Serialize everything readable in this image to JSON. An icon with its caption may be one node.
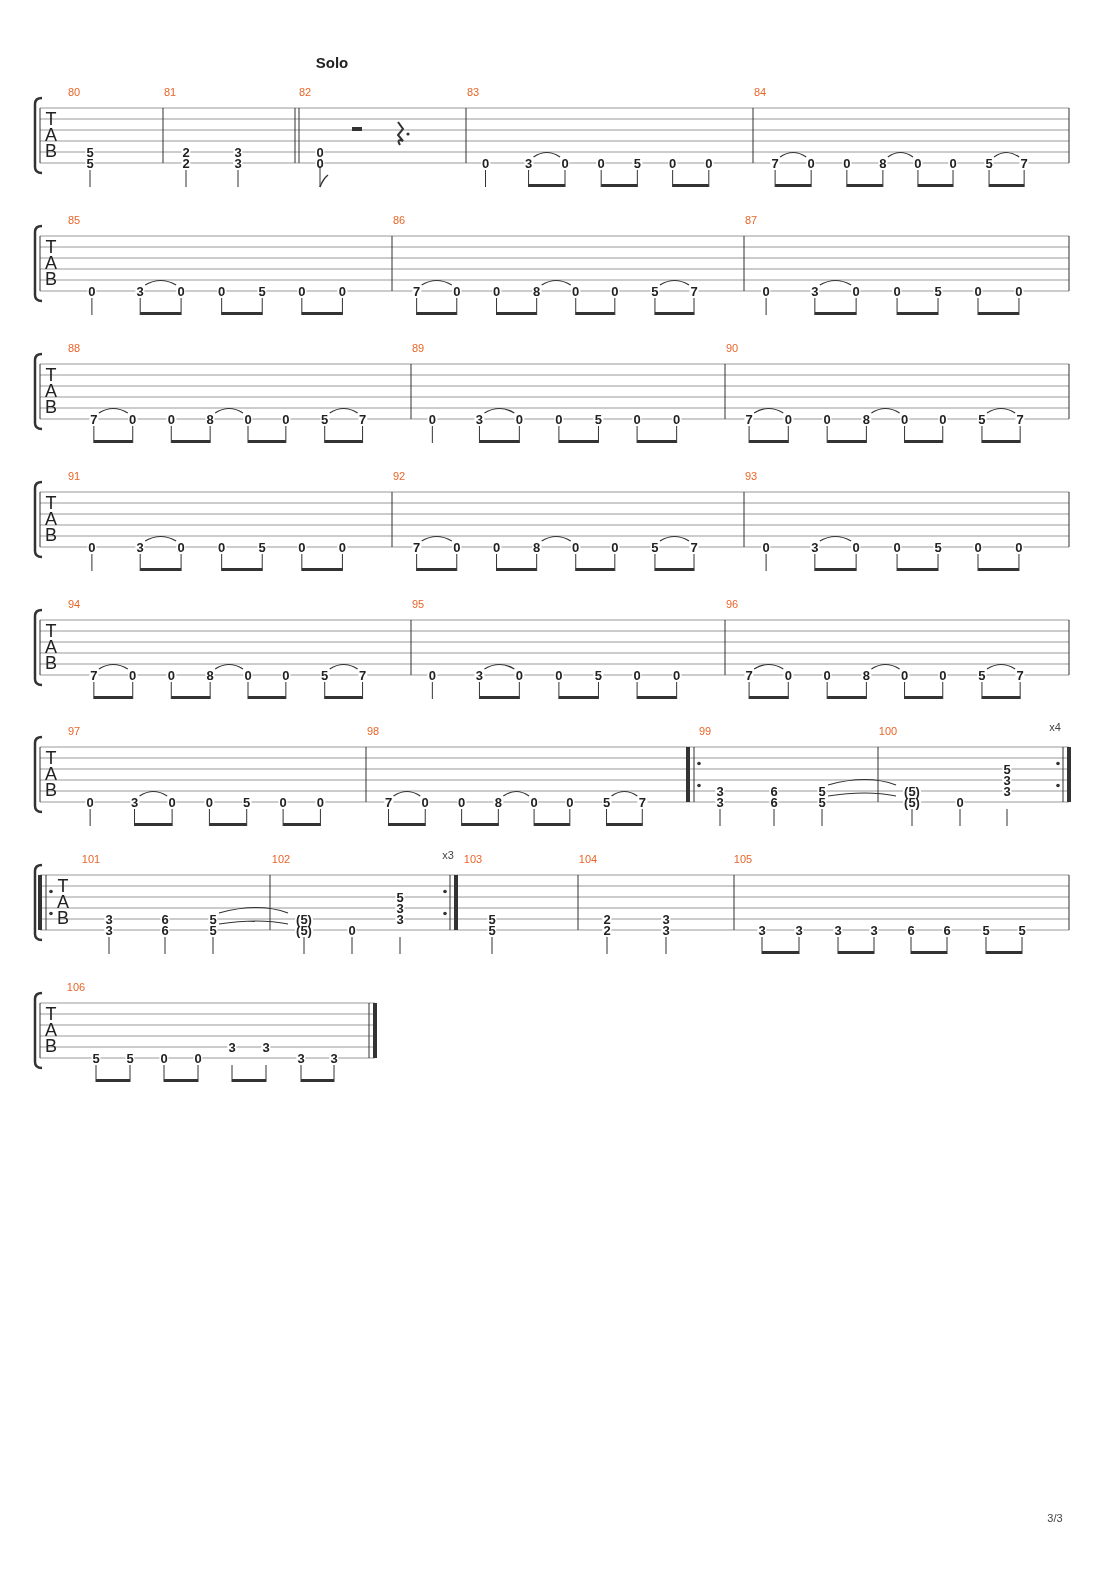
{
  "diagram": {
    "labels": [
      "Solo",
      "T",
      "A",
      "B",
      "80",
      "5",
      "5",
      "81",
      "2",
      "2",
      "3",
      "3",
      "82",
      "0",
      "0",
      "83",
      "0",
      "3",
      "0",
      "0",
      "5",
      "0",
      "0",
      "84",
      "7",
      "0",
      "0",
      "8",
      "0",
      "0",
      "5",
      "7",
      "T",
      "A",
      "B",
      "85",
      "0",
      "3",
      "0",
      "0",
      "5",
      "0",
      "0",
      "86",
      "7",
      "0",
      "0",
      "8",
      "0",
      "0",
      "5",
      "7",
      "87",
      "0",
      "3",
      "0",
      "0",
      "5",
      "0",
      "0",
      "T",
      "A",
      "B",
      "88",
      "7",
      "0",
      "0",
      "8",
      "0",
      "0",
      "5",
      "7",
      "89",
      "0",
      "3",
      "0",
      "0",
      "5",
      "0",
      "0",
      "90",
      "7",
      "0",
      "0",
      "8",
      "0",
      "0",
      "5",
      "7",
      "T",
      "A",
      "B",
      "91",
      "0",
      "3",
      "0",
      "0",
      "5",
      "0",
      "0",
      "92",
      "7",
      "0",
      "0",
      "8",
      "0",
      "0",
      "5",
      "7",
      "93",
      "0",
      "3",
      "0",
      "0",
      "5",
      "0",
      "0",
      "T",
      "A",
      "B",
      "94",
      "7",
      "0",
      "0",
      "8",
      "0",
      "0",
      "5",
      "7",
      "95",
      "0",
      "3",
      "0",
      "0",
      "5",
      "0",
      "0",
      "96",
      "7",
      "0",
      "0",
      "8",
      "0",
      "0",
      "5",
      "7",
      "T",
      "A",
      "B",
      "97",
      "0",
      "3",
      "0",
      "0",
      "5",
      "0",
      "0",
      "98",
      "7",
      "0",
      "0",
      "8",
      "0",
      "0",
      "5",
      "7",
      "99",
      "3",
      "3",
      "6",
      "6",
      "5",
      "5",
      "100",
      "(5)",
      "(5)",
      "0",
      "5",
      "3",
      "3",
      "x4",
      "T",
      "A",
      "B",
      "101",
      "3",
      "3",
      "6",
      "6",
      "5",
      "5",
      "102",
      "(5)",
      "(5)",
      "0",
      "5",
      "3",
      "3",
      "x3",
      "103",
      "5",
      "5",
      "104",
      "2",
      "2",
      "3",
      "3",
      "105",
      "3",
      "3",
      "3",
      "3",
      "6",
      "6",
      "5",
      "5",
      "T",
      "A",
      "B",
      "106",
      "5",
      "5",
      "0",
      "0",
      "3",
      "3",
      "3",
      "3",
      "3/3"
    ]
  }
}
